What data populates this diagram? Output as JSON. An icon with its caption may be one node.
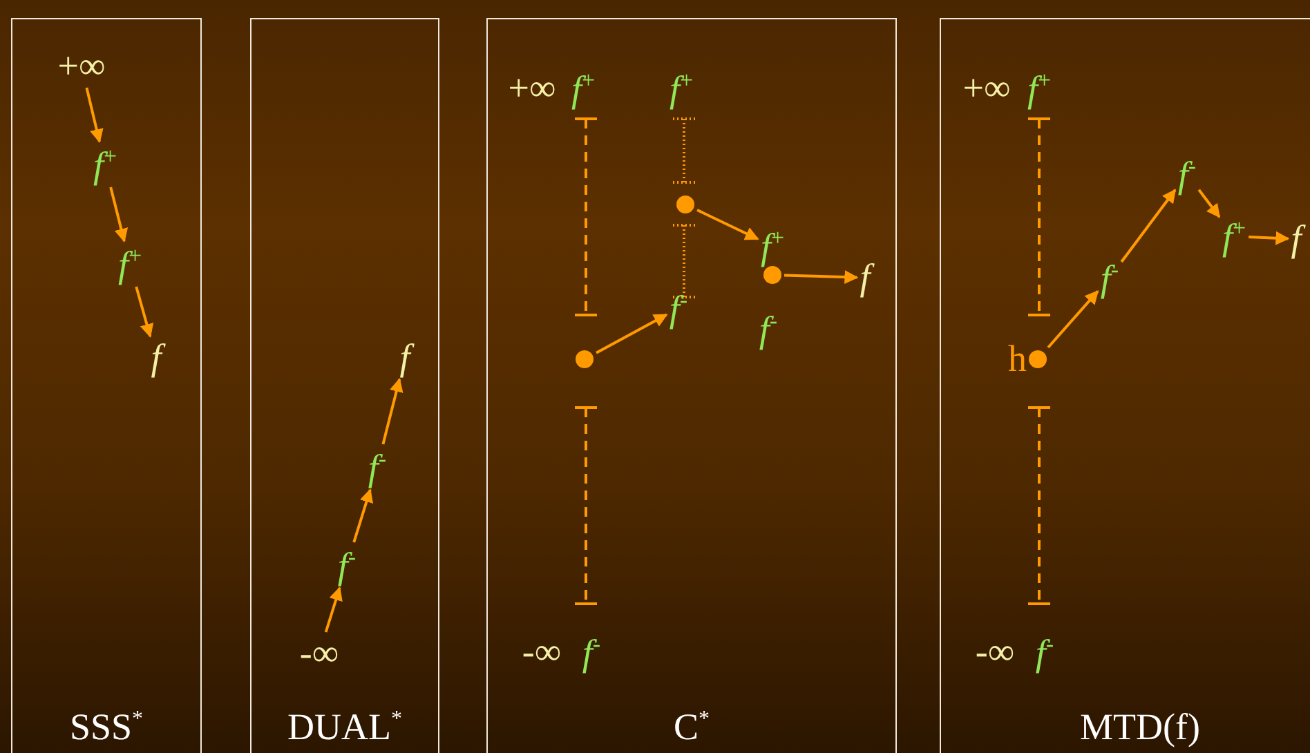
{
  "diagram": {
    "nodes": [
      {
        "text": [
          "SSS$^{*}$"
        ]
      },
      {
        "text": [
          "+∞"
        ],
        "in": 0
      },
      {
        "text": [
          "f$^{+}$"
        ],
        "in": 0
      },
      {
        "text": [
          "f$^{+}$"
        ],
        "in": 0
      },
      {
        "text": [
          "f"
        ],
        "in": 0
      },
      {
        "text": [
          "DUAL$^{*}$"
        ]
      },
      {
        "text": [
          "f"
        ],
        "in": 5
      },
      {
        "text": [
          "f$^{-}$"
        ],
        "in": 5
      },
      {
        "text": [
          "f$^{-}$"
        ],
        "in": 5
      },
      {
        "text": [
          "-∞"
        ],
        "in": 5
      },
      {
        "text": [
          "C$^{*}$"
        ]
      },
      {
        "text": [],
        "shape": "circle",
        "in": 10
      },
      {
        "text": [
          "f$^{+}$"
        ],
        "in": 10
      },
      {
        "text": [],
        "shape": "circle",
        "in": 10
      },
      {
        "text": [
          "f"
        ],
        "in": 10
      },
      {
        "text": [
          "f$^{-}$"
        ],
        "in": 10
      },
      {
        "text": [],
        "shape": "circle",
        "in": 10
      },
      {
        "text": [
          "MTD(f)"
        ]
      },
      {
        "text": [
          "f$^{-}$"
        ],
        "in": 17
      },
      {
        "text": [
          "f$^{+}$"
        ],
        "in": 17
      },
      {
        "text": [
          "f"
        ],
        "in": 17
      },
      {
        "text": [
          "f$^{-}$"
        ],
        "in": 17
      },
      {
        "text": [],
        "shape": "circle",
        "in": 17,
        "beside": [
          "h"
        ]
      }
    ],
    "edges": [
      {
        "from": 1,
        "to": 2,
        "arrow": "to"
      },
      {
        "from": 2,
        "to": 3,
        "arrow": "to"
      },
      {
        "from": 3,
        "to": 4,
        "arrow": "to"
      },
      {
        "from": 9,
        "to": 8,
        "arrow": "to"
      },
      {
        "from": 8,
        "to": 7,
        "arrow": "to"
      },
      {
        "from": 7,
        "to": 6,
        "arrow": "to"
      },
      {
        "from": 16,
        "to": 15,
        "arrow": "to"
      },
      {
        "from": 11,
        "to": 12,
        "arrow": "to"
      },
      {
        "from": 13,
        "to": 14,
        "arrow": "to"
      },
      {
        "from": 22,
        "to": 21,
        "arrow": "to"
      },
      {
        "from": 21,
        "to": 18,
        "arrow": "to"
      },
      {
        "from": 18,
        "to": 19,
        "arrow": "to"
      },
      {
        "from": 19,
        "to": 20,
        "arrow": "to"
      }
    ],
    "labels": [
      "+∞",
      "f$^{+}$",
      "f$^{+}$",
      "f$^{-}$",
      "-∞",
      "f$^{-}$",
      "+∞",
      "f$^{+}$",
      "-∞",
      "f$^{-}$"
    ]
  }
}
